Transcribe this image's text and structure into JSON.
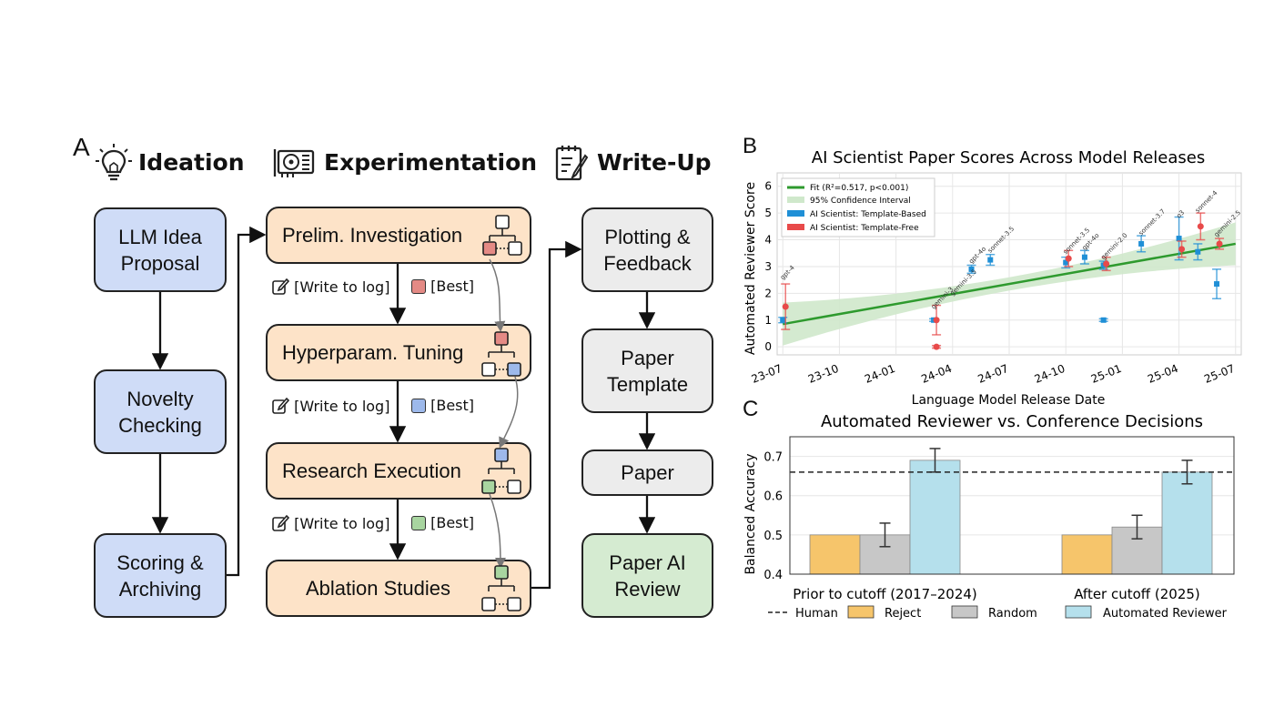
{
  "panelA": {
    "label": "A",
    "stages": {
      "ideation": "Ideation",
      "experimentation": "Experimentation",
      "writeup": "Write-Up"
    },
    "ideation_boxes": [
      "LLM Idea\nProposal",
      "Novelty\nChecking",
      "Scoring &\nArchiving"
    ],
    "experiment_boxes": [
      "Prelim. Investigation",
      "Hyperparam. Tuning",
      "Research Execution",
      "Ablation Studies"
    ],
    "writeup_boxes": [
      "Plotting &\nFeedback",
      "Paper\nTemplate",
      "Paper",
      "Paper AI\nReview"
    ],
    "log_notes": [
      "[Write to log]",
      "[Write to log]",
      "[Write to log]"
    ],
    "best_notes": [
      "[Best]",
      "[Best]",
      "[Best]"
    ],
    "best_colors": [
      "#e48a85",
      "#9db9eb",
      "#a8d5a0"
    ]
  },
  "panelB": {
    "label": "B",
    "legend": [
      "Fit (R²=0.517, p<0.001)",
      "95% Confidence Interval",
      "AI Scientist: Template-Based",
      "AI Scientist: Template-Free"
    ],
    "colors": {
      "fit": "#2e9a2e",
      "ci": "#cfe8cb",
      "based": "#1f8fd6",
      "free": "#e84a4a"
    },
    "chart_data": {
      "type": "scatter",
      "title": "AI Scientist Paper Scores Across Model Releases",
      "xlabel": "Language Model Release Date",
      "ylabel": "Automated Reviewer Score",
      "x_ticks": [
        "23-07",
        "23-10",
        "24-01",
        "24-04",
        "24-07",
        "24-10",
        "25-01",
        "25-04",
        "25-07"
      ],
      "y_ticks": [
        "0",
        "1",
        "2",
        "3",
        "4",
        "5",
        "6"
      ],
      "ylim": [
        -0.3,
        6.5
      ],
      "fit": {
        "start": [
          "23-07",
          0.85
        ],
        "end": [
          "25-07",
          3.85
        ]
      },
      "series": [
        {
          "name": "AI Scientist: Template-Based",
          "points": [
            {
              "x": "23-07",
              "y": 1.0,
              "err": 0.1
            },
            {
              "x": "24-03",
              "y": 1.0,
              "err": 0.05
            },
            {
              "x": "24-05",
              "y": 2.9,
              "err": 0.15
            },
            {
              "x": "24-06",
              "y": 3.25,
              "err": 0.2
            },
            {
              "x": "24-10",
              "y": 3.15,
              "err": 0.2
            },
            {
              "x": "24-11",
              "y": 3.35,
              "err": 0.25
            },
            {
              "x": "24-12",
              "y": 3.05,
              "err": 0.15
            },
            {
              "x": "24-12",
              "y": 1.0,
              "err": 0.05
            },
            {
              "x": "25-02",
              "y": 3.85,
              "err": 0.3
            },
            {
              "x": "25-04",
              "y": 4.05,
              "err": 0.8
            },
            {
              "x": "25-05",
              "y": 3.55,
              "err": 0.3
            },
            {
              "x": "25-06",
              "y": 2.35,
              "err": 0.55
            }
          ]
        },
        {
          "name": "AI Scientist: Template-Free",
          "points": [
            {
              "x": "23-07",
              "y": 1.5,
              "err": 0.85
            },
            {
              "x": "24-03",
              "y": 0.0,
              "err": 0.05
            },
            {
              "x": "24-03",
              "y": 1.0,
              "err": 0.55
            },
            {
              "x": "24-10",
              "y": 3.3,
              "err": 0.3
            },
            {
              "x": "24-12",
              "y": 3.1,
              "err": 0.25
            },
            {
              "x": "25-04",
              "y": 3.65,
              "err": 0.3
            },
            {
              "x": "25-05",
              "y": 4.5,
              "err": 0.5
            },
            {
              "x": "25-06",
              "y": 3.85,
              "err": 0.2
            }
          ]
        }
      ],
      "annotations": [
        "gpt-4",
        "gemini-3",
        "gemini-3.5",
        "gpt-4o",
        "sonnet-3.5",
        "sonnet-3.5",
        "gpt-4o",
        "gemini-2.0",
        "sonnet-3.7",
        "o3",
        "sonnet-4",
        "gemini-2.5"
      ]
    }
  },
  "panelC": {
    "label": "C",
    "legend": [
      "Human",
      "Reject",
      "Random",
      "Automated Reviewer"
    ],
    "colors": {
      "reject": "#f6c56b",
      "random": "#c7c7c7",
      "reviewer": "#b5e0ec"
    },
    "chart_data": {
      "type": "bar",
      "title": "Automated Reviewer vs. Conference Decisions",
      "ylabel": "Balanced Accuracy",
      "categories": [
        "Prior to cutoff (2017–2024)",
        "After cutoff (2025)"
      ],
      "y_ticks": [
        "0.4",
        "0.5",
        "0.6",
        "0.7"
      ],
      "ylim": [
        0.4,
        0.75
      ],
      "human_line": 0.66,
      "series": [
        {
          "name": "Reject",
          "values": [
            0.5,
            0.5
          ],
          "errors": [
            0,
            0
          ]
        },
        {
          "name": "Random",
          "values": [
            0.5,
            0.52
          ],
          "errors": [
            0.03,
            0.03
          ]
        },
        {
          "name": "Automated Reviewer",
          "values": [
            0.69,
            0.66
          ],
          "errors": [
            0.03,
            0.03
          ]
        }
      ]
    }
  }
}
